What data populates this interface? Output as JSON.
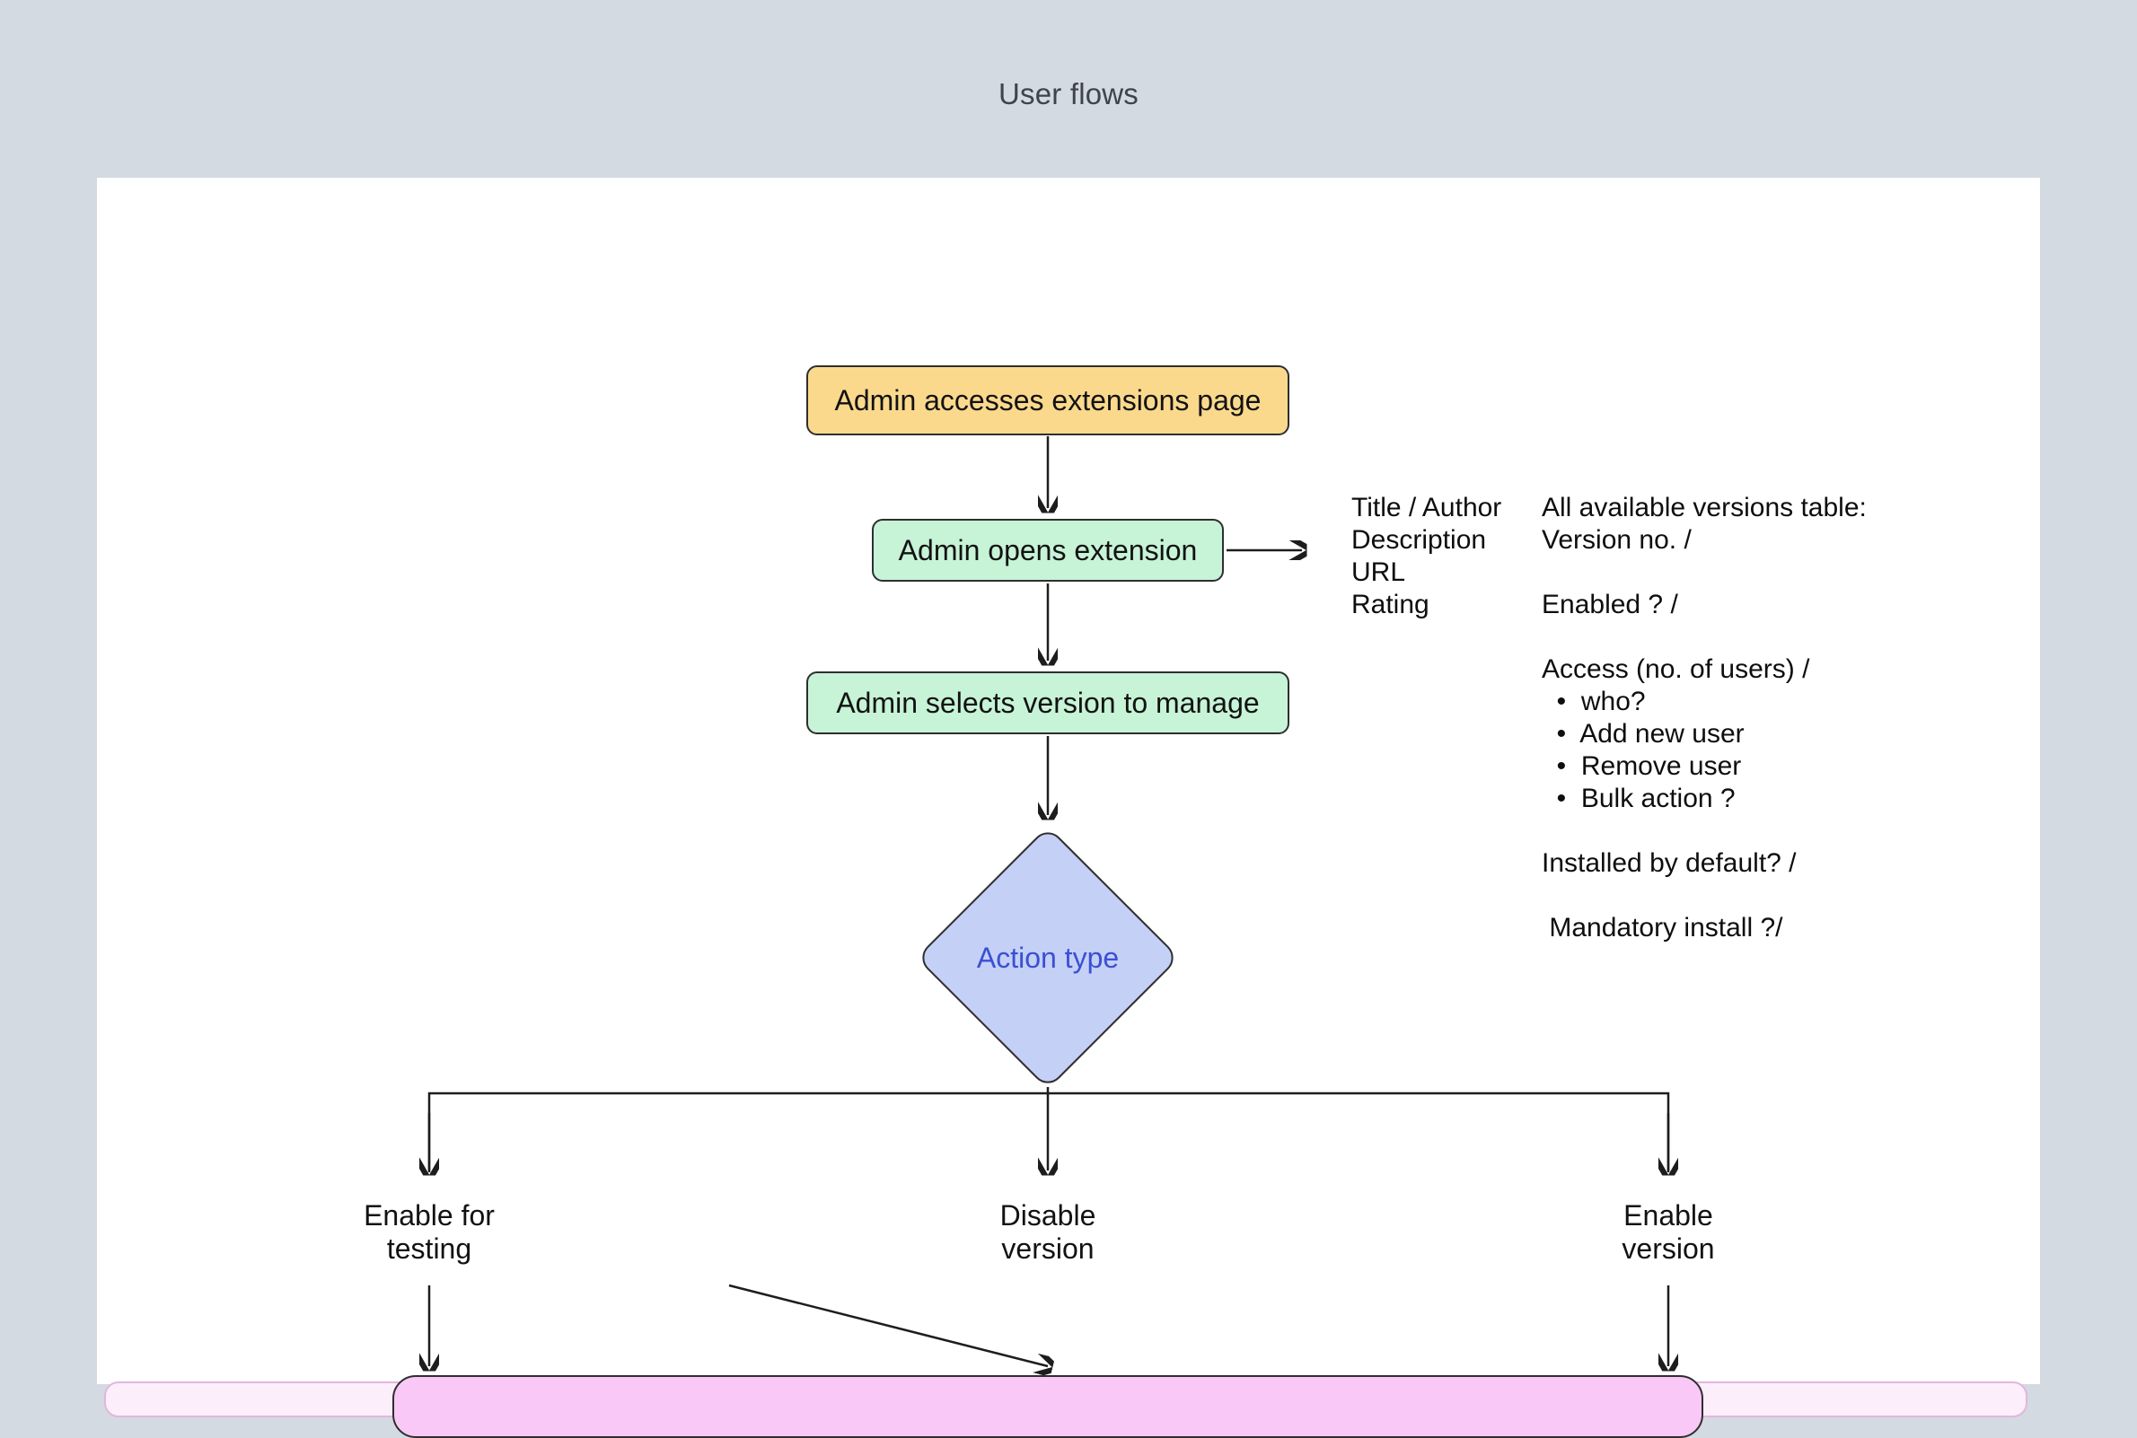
{
  "page": {
    "title": "User flows",
    "background_color": "#d4dae1",
    "canvas_color": "#ffffff"
  },
  "flowchart": {
    "nodes": {
      "access_page": {
        "label": "Admin accesses extensions page",
        "fill": "#fad98d"
      },
      "open_extension": {
        "label": "Admin opens extension",
        "fill": "#c7f3d7"
      },
      "select_version": {
        "label": "Admin selects version to manage",
        "fill": "#c7f3d7"
      },
      "action_type": {
        "label": "Action type",
        "fill": "#c4d0f5",
        "text_color": "#3b4fd3"
      },
      "outcome": {
        "fill": "#f9c8f6"
      }
    },
    "branches": {
      "left": {
        "line1": "Enable for",
        "line2": "testing"
      },
      "middle": {
        "line1": "Disable",
        "line2": "version"
      },
      "right": {
        "line1": "Enable",
        "line2": "version"
      }
    }
  },
  "annotations": {
    "extension_details": [
      "Title / Author",
      "Description",
      "URL",
      "Rating"
    ],
    "versions_notes": [
      "All available versions table:",
      "Version no. /",
      "",
      "Enabled ? /",
      "",
      "Access (no. of users) /",
      "  •  who?",
      "  •  Add new user",
      "  •  Remove user",
      "  •  Bulk action ?",
      "",
      "Installed by default? /",
      "",
      " Mandatory install ?/"
    ]
  }
}
